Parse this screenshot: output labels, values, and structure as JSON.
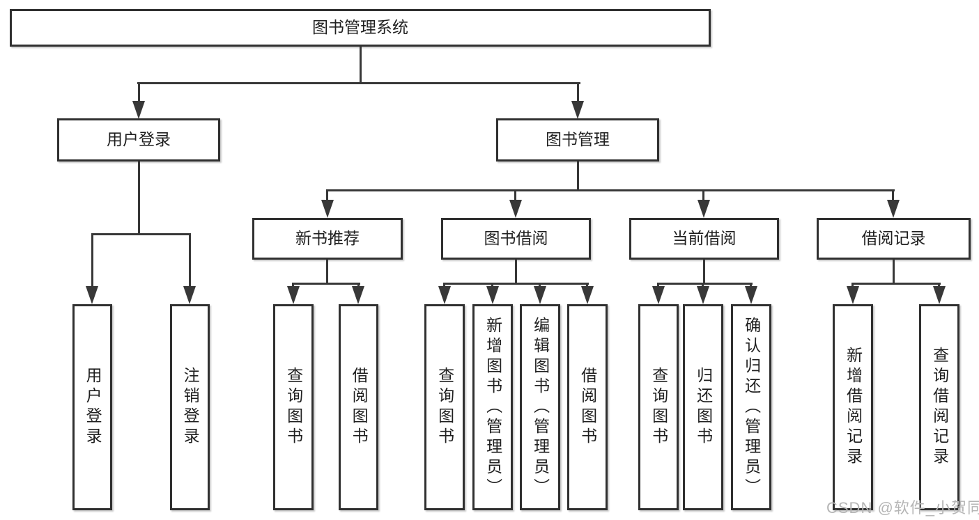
{
  "diagram_title": "图书管理系统",
  "tree": {
    "label": "图书管理系统",
    "children": [
      {
        "label": "用户登录",
        "children": [
          {
            "label": "用户登录"
          },
          {
            "label": "注销登录"
          }
        ]
      },
      {
        "label": "图书管理",
        "children": [
          {
            "label": "新书推荐",
            "children": [
              {
                "label": "查询图书"
              },
              {
                "label": "借阅图书"
              }
            ]
          },
          {
            "label": "图书借阅",
            "children": [
              {
                "label": "查询图书"
              },
              {
                "label": "新增图书（管理员）"
              },
              {
                "label": "编辑图书（管理员）"
              },
              {
                "label": "借阅图书"
              }
            ]
          },
          {
            "label": "当前借阅",
            "children": [
              {
                "label": "查询图书"
              },
              {
                "label": "归还图书"
              },
              {
                "label": "确认归还（管理员）"
              }
            ]
          },
          {
            "label": "借阅记录",
            "children": [
              {
                "label": "新增借阅记录"
              },
              {
                "label": "查询借阅记录"
              }
            ]
          }
        ]
      }
    ]
  },
  "watermark": {
    "text": "CSDN @软件_小贺同学"
  },
  "colors": {
    "line": "#383838",
    "box_border": "#303030",
    "text": "#1f1f1f",
    "background": "#ffffff",
    "watermark": "#b5b5b5"
  }
}
